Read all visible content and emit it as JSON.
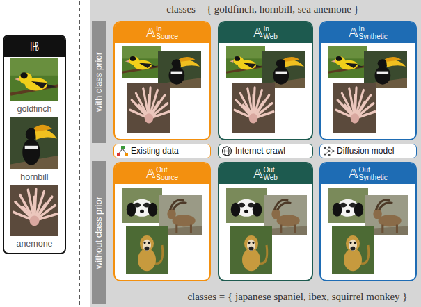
{
  "diagram": {
    "nodes": [
      {
        "text": [
          "𝔹",
          "goldfinch",
          "hornbill",
          "anemone"
        ]
      },
      {
        "text": [
          "classes = { goldfinch, hornbill, sea anemone }",
          "classes = { japanese spaniel, ibex, squirrel monkey }"
        ]
      },
      {
        "text": [
          "with class prior"
        ],
        "in": 1
      },
      {
        "text": [
          "without class prior"
        ],
        "in": 1
      },
      {
        "text": [
          "𝔸",
          "In",
          "Source"
        ],
        "in": 1
      },
      {
        "text": [
          "𝔸",
          "In",
          "Web"
        ],
        "in": 1
      },
      {
        "text": [
          "𝔸",
          "In",
          "Synthetic"
        ],
        "in": 1
      },
      {
        "text": [
          "𝔸",
          "Out",
          "Source"
        ],
        "in": 1
      },
      {
        "text": [
          "𝔸",
          "Out",
          "Web"
        ],
        "in": 1
      },
      {
        "text": [
          "𝔸",
          "Out",
          "Synthetic"
        ],
        "in": 1
      }
    ],
    "legend": [
      {
        "text": "Existing data",
        "color": "#f3900f"
      },
      {
        "text": "Internet crawl",
        "color": "#1d5a4f"
      },
      {
        "text": "Diffusion model",
        "color": "#1e6cb4"
      }
    ]
  }
}
